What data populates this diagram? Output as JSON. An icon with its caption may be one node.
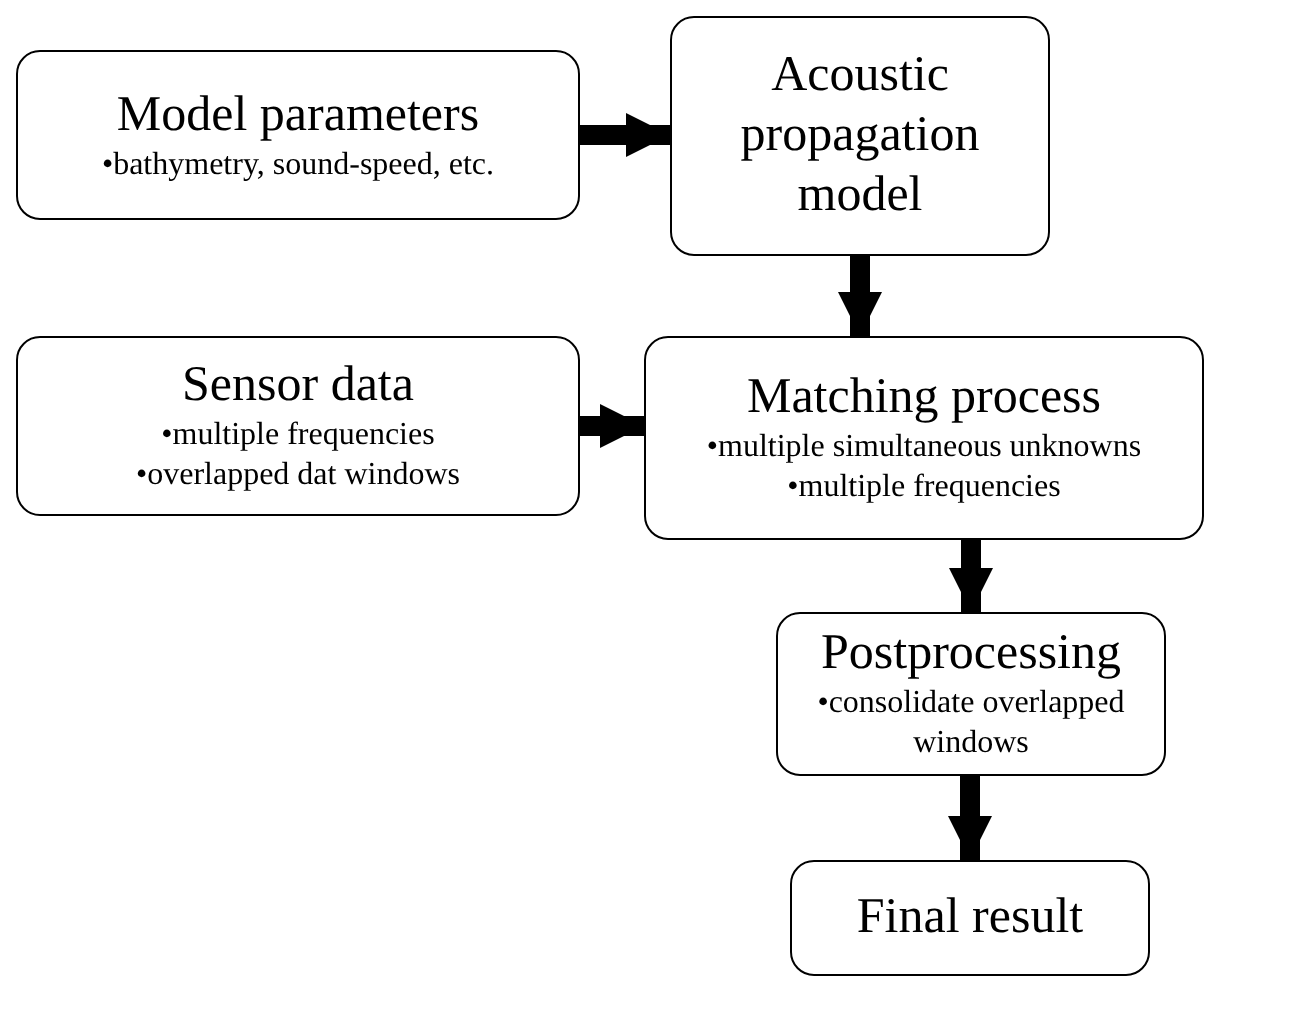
{
  "diagram": {
    "nodes": [
      {
        "text": [
          "Model parameters",
          "•bathymetry, sound-speed, etc."
        ]
      },
      {
        "text": [
          "Acoustic propagation model"
        ]
      },
      {
        "text": [
          "Sensor data",
          "•multiple frequencies",
          "•overlapped dat windows"
        ]
      },
      {
        "text": [
          "Matching process",
          "•multiple simultaneous unknowns",
          "•multiple frequencies"
        ]
      },
      {
        "text": [
          "Postprocessing",
          "•consolidate overlapped windows"
        ]
      },
      {
        "text": [
          "Final result"
        ]
      }
    ],
    "edges": [
      {
        "from": 0,
        "to": 1,
        "arrow": "to"
      },
      {
        "from": 1,
        "to": 3,
        "arrow": "to"
      },
      {
        "from": 2,
        "to": 3,
        "arrow": "to"
      },
      {
        "from": 3,
        "to": 4,
        "arrow": "to"
      },
      {
        "from": 4,
        "to": 5,
        "arrow": "to"
      }
    ]
  }
}
